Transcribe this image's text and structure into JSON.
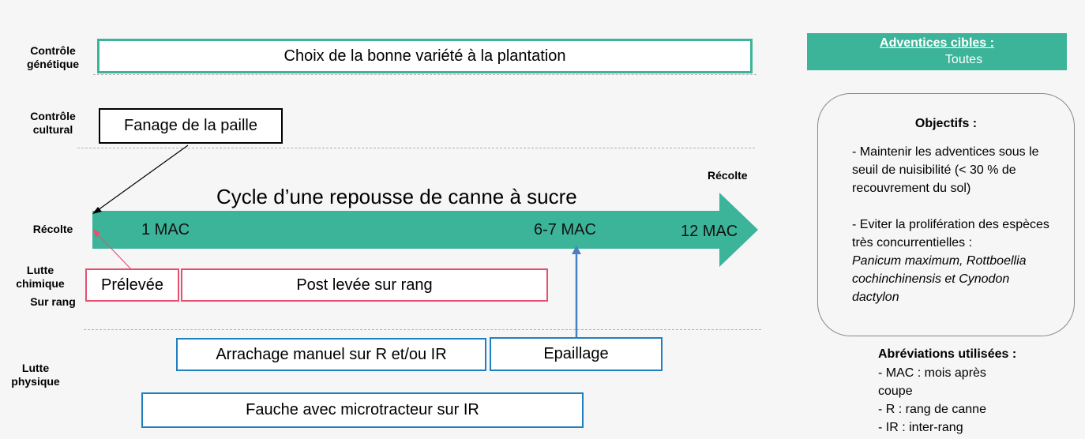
{
  "rows": {
    "genetic": "Contrôle\ngénétique",
    "cultural": "Contrôle\ncultural",
    "harvest": "Récolte",
    "chemical_1": "Lutte\nchimique",
    "chemical_2": "Sur rang",
    "physical": "Lutte\nphysique"
  },
  "boxes": {
    "variety": "Choix de la bonne variété à la plantation",
    "straw": "Fanage de la paille",
    "preemergence": "Prélevée",
    "postemergence": "Post levée sur rang",
    "hand_weeding": "Arrachage manuel sur R et/ou IR",
    "trashing": "Epaillage",
    "mowing": "Fauche avec microtracteur sur IR"
  },
  "timeline": {
    "title": "Cycle d’une repousse de canne à sucre",
    "end_label": "Récolte",
    "marks": [
      "1 MAC",
      "6-7 MAC",
      "12 MAC"
    ]
  },
  "targets": {
    "heading": "Adventices cibles :",
    "value": "Toutes"
  },
  "objectives": {
    "heading": "Objectifs :",
    "item1": "- Maintenir les adventices sous le seuil de nuisibilité (< 30 % de recouvrement du sol)",
    "item2": "- Eviter la prolifération des espèces très concurrentielles :",
    "item2_species": "Panicum maximum, Rottboellia cochinchinensis et Cynodon dactylon"
  },
  "abbreviations": {
    "heading": "Abréviations utilisées :",
    "items": [
      "- MAC : mois après coupe",
      "- R : rang de canne",
      "- IR : inter-rang"
    ]
  },
  "colors": {
    "teal": "#3bb49a",
    "pink": "#e84f6e",
    "blue": "#1f7fbf"
  }
}
